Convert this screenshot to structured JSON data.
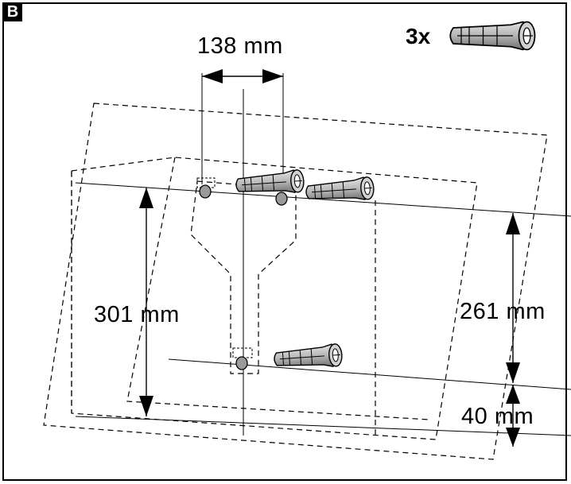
{
  "step_label": "B",
  "quantity_label": "3x",
  "dimensions": {
    "hole_spacing": "138 mm",
    "total_height": "301 mm",
    "upper_to_lower": "261 mm",
    "lower_offset": "40 mm"
  },
  "colors": {
    "line": "#000000",
    "dowel_fill": "#bdbdbd",
    "dowel_dark": "#7a7a7a",
    "background": "#ffffff"
  },
  "icons": [
    "wall-plug-icon",
    "screw-head-icon",
    "dimension-arrow-icon"
  ]
}
